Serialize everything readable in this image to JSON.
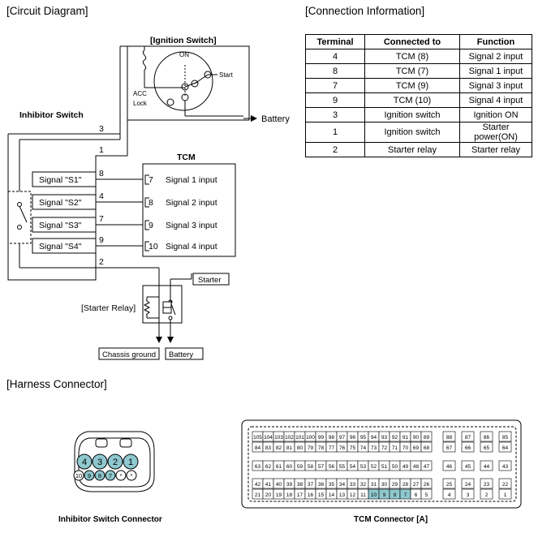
{
  "headers": {
    "circuit_diagram": "[Circuit Diagram]",
    "connection_information": "[Connection Information]",
    "harness_connector": "[Harness Connector]"
  },
  "circuit": {
    "ignition_switch_title": "[Ignition Switch]",
    "ignition_on": "ON",
    "ignition_start": "Start",
    "ignition_acc": "ACC",
    "ignition_lock": "Lock",
    "battery_label": "Battery",
    "inhibitor_switch_title": "Inhibitor Switch",
    "tcm_title": "TCM",
    "signals": [
      {
        "name": "Signal \"S1\"",
        "wire": "8",
        "pin": "7",
        "input": "Signal 1 input"
      },
      {
        "name": "Signal \"S2\"",
        "wire": "4",
        "pin": "8",
        "input": "Signal 2 input"
      },
      {
        "name": "Signal \"S3\"",
        "wire": "7",
        "pin": "9",
        "input": "Signal 3 input"
      },
      {
        "name": "Signal \"S4\"",
        "wire": "9",
        "pin": "10",
        "input": "Signal 4 input"
      }
    ],
    "wire_3": "3",
    "wire_1": "1",
    "wire_2": "2",
    "starter_label": "Starter",
    "starter_relay_label": "[Starter Relay]",
    "chassis_ground_label": "Chassis ground",
    "battery_box_label": "Battery"
  },
  "connection_table": {
    "columns": [
      "Terminal",
      "Connected to",
      "Function"
    ],
    "rows": [
      [
        "4",
        "TCM (8)",
        "Signal 2 input"
      ],
      [
        "8",
        "TCM (7)",
        "Signal 1 input"
      ],
      [
        "7",
        "TCM (9)",
        "Signal 3 input"
      ],
      [
        "9",
        "TCM (10)",
        "Signal 4 input"
      ],
      [
        "3",
        "Ignition switch",
        "Ignition ON"
      ],
      [
        "1",
        "Ignition switch",
        "Starter power(ON)"
      ],
      [
        "2",
        "Starter relay",
        "Starter relay"
      ]
    ]
  },
  "inhibitor_connector": {
    "caption": "Inhibitor Switch Connector",
    "top_pins": [
      "4",
      "3",
      "2",
      "1"
    ],
    "bottom_pins": [
      "10",
      "9",
      "8",
      "7",
      "*",
      "*"
    ],
    "highlighted_pins": [
      "4",
      "3",
      "2",
      "1",
      "9",
      "8",
      "7"
    ]
  },
  "tcm_connector": {
    "caption": "TCM Connector [A]",
    "row1_main": [
      "105",
      "104",
      "103",
      "102",
      "101",
      "100",
      "99",
      "98",
      "97",
      "96",
      "95",
      "94",
      "93",
      "92",
      "91",
      "90",
      "89"
    ],
    "row1_groups": [
      "88",
      "87",
      "86",
      "85"
    ],
    "row2_main": [
      "84",
      "83",
      "82",
      "81",
      "80",
      "79",
      "78",
      "77",
      "76",
      "75",
      "74",
      "73",
      "72",
      "71",
      "70",
      "69",
      "68"
    ],
    "row2_groups": [
      "67",
      "66",
      "65",
      "64"
    ],
    "row3_main": [
      "63",
      "62",
      "61",
      "60",
      "59",
      "58",
      "57",
      "56",
      "55",
      "54",
      "53",
      "52",
      "51",
      "50",
      "49",
      "48",
      "47"
    ],
    "row3_groups": [
      "46",
      "45",
      "44",
      "43"
    ],
    "row4_main": [
      "42",
      "41",
      "40",
      "39",
      "38",
      "37",
      "36",
      "35",
      "34",
      "33",
      "32",
      "31",
      "30",
      "29",
      "28",
      "27",
      "26"
    ],
    "row4_groups": [
      "25",
      "24",
      "23",
      "22"
    ],
    "row5_main": [
      "21",
      "20",
      "19",
      "18",
      "17",
      "16",
      "15",
      "14",
      "13",
      "12",
      "11",
      "10",
      "9",
      "8",
      "7",
      "6",
      "5"
    ],
    "row5_groups": [
      "4",
      "3",
      "2",
      "1"
    ],
    "highlighted_pins": [
      "10",
      "9",
      "8",
      "7"
    ],
    "highlight_color": "#8fc8cf"
  },
  "colors": {
    "highlight": "#8fc8cf",
    "line": "#000000"
  }
}
